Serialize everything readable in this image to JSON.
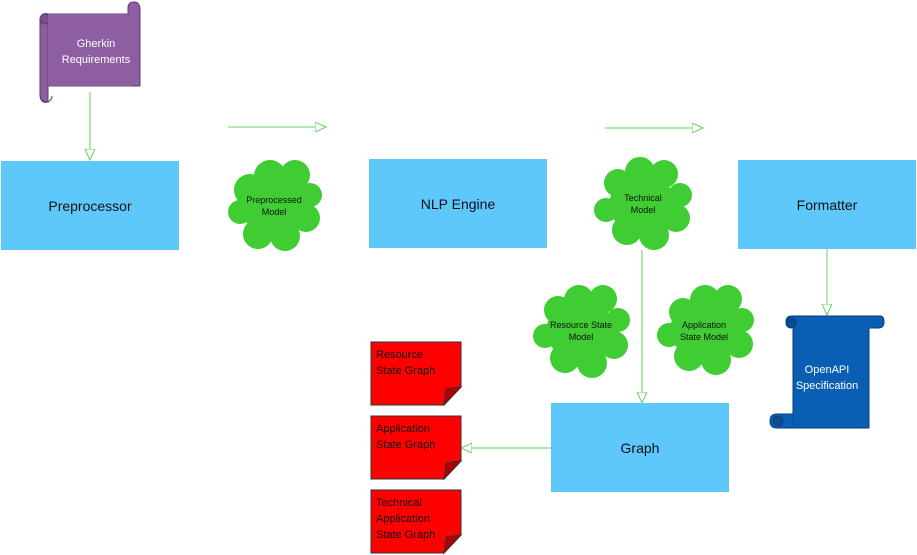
{
  "colors": {
    "process_fill": "#5ec8fb",
    "cloud_fill": "#3fcd33",
    "note_fill": "#ff0000",
    "scroll_purple": "#8e5ea2",
    "scroll_blue": "#0a5fb4",
    "arrow": "#5fd45a"
  },
  "nodes": {
    "gherkin": {
      "label": "Gherkin Requirements",
      "shape": "scroll"
    },
    "preprocessor": {
      "label": "Preprocessor",
      "shape": "rectangle"
    },
    "nlp_engine": {
      "label": "NLP Engine",
      "shape": "rectangle"
    },
    "formatter": {
      "label": "Formatter",
      "shape": "rectangle"
    },
    "graph": {
      "label": "Graph",
      "shape": "rectangle"
    },
    "preprocessed_model": {
      "label": "Preprocessed Model",
      "shape": "cloud"
    },
    "technical_model": {
      "label": "Technical Model",
      "shape": "cloud"
    },
    "resource_state_model": {
      "label": "Resource State Model",
      "shape": "cloud"
    },
    "application_state_model": {
      "label": "Application State Model",
      "shape": "cloud"
    },
    "openapi_spec": {
      "label": "OpenAPI Specification",
      "shape": "scroll"
    },
    "resource_state_graph": {
      "label": "Resource State Graph",
      "shape": "note"
    },
    "application_state_graph": {
      "label": "Application State Graph",
      "shape": "note"
    },
    "technical_application_state_graph": {
      "label": "Technical Application State Graph",
      "shape": "note"
    }
  },
  "edges": [
    {
      "from": "gherkin",
      "to": "preprocessor"
    },
    {
      "from": "preprocessor",
      "to": "nlp_engine"
    },
    {
      "from": "nlp_engine",
      "to": "formatter"
    },
    {
      "from": "technical_model",
      "to": "graph"
    },
    {
      "from": "formatter",
      "to": "openapi_spec"
    },
    {
      "from": "graph",
      "to": "application_state_graph"
    }
  ]
}
